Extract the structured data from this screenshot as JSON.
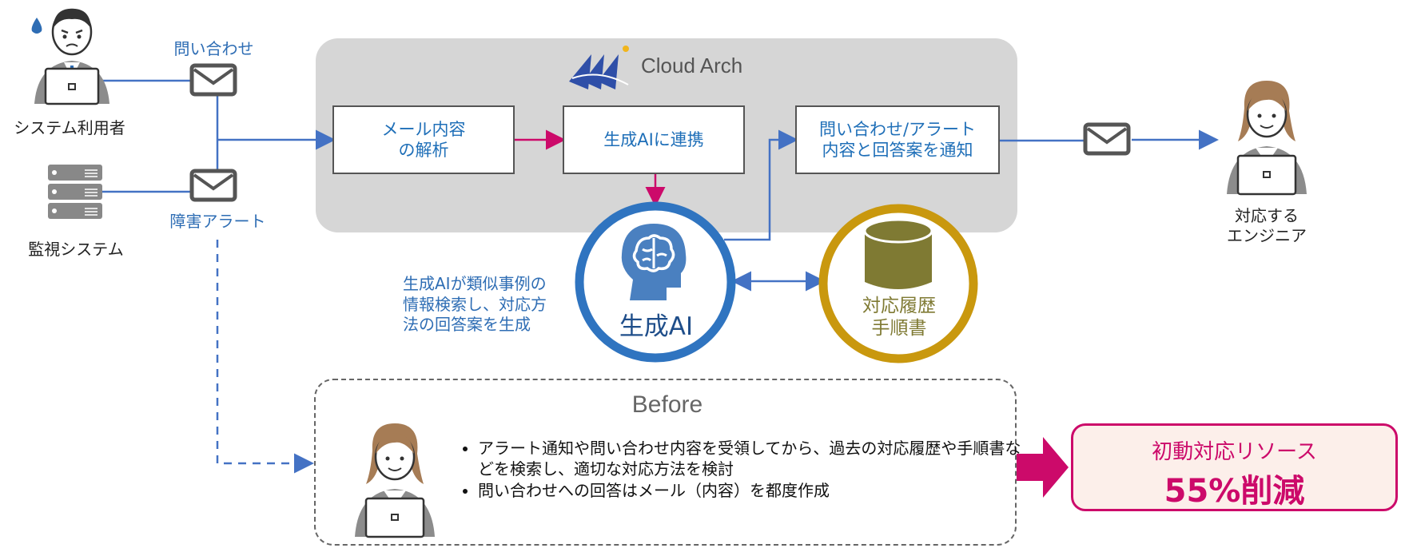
{
  "brand": {
    "name": "Cloud Arch",
    "accent_color": "#2f4fa8",
    "dot_color": "#f1b51c"
  },
  "actors": {
    "user": "システム利用者",
    "monitor": "監視システム",
    "engineer_line1": "対応する",
    "engineer_line2": "エンジニア"
  },
  "channels": {
    "inquiry": "問い合わせ",
    "alert": "障害アラート"
  },
  "process": {
    "analyze": "メール内容\nの解析",
    "link_ai": "生成AIに連携",
    "notify": "問い合わせ/アラート\n内容と回答案を通知"
  },
  "ai": {
    "label": "生成AI",
    "note_line1": "生成AIが類似事例の",
    "note_line2": "情報検索し、対応方",
    "note_line3": "法の回答案を生成",
    "ring_color": "#2f74c0"
  },
  "database": {
    "line1": "対応履歴",
    "line2": "手順書",
    "color": "#7f7a33",
    "ring_color": "#c9980e"
  },
  "before": {
    "title": "Before",
    "bullets": [
      "アラート通知や問い合わせ内容を受領してから、過去の対応履歴や手順書などを検索し、適切な対応方法を検討",
      "問い合わせへの回答はメール（内容）を都度作成"
    ]
  },
  "result": {
    "line1": "初動対応リソース",
    "line2": "55%削減",
    "color": "#cc0a6a"
  },
  "colors": {
    "wire_blue": "#4472c4",
    "wire_pink": "#cc0a6a",
    "panel_gray": "#d6d6d6"
  }
}
